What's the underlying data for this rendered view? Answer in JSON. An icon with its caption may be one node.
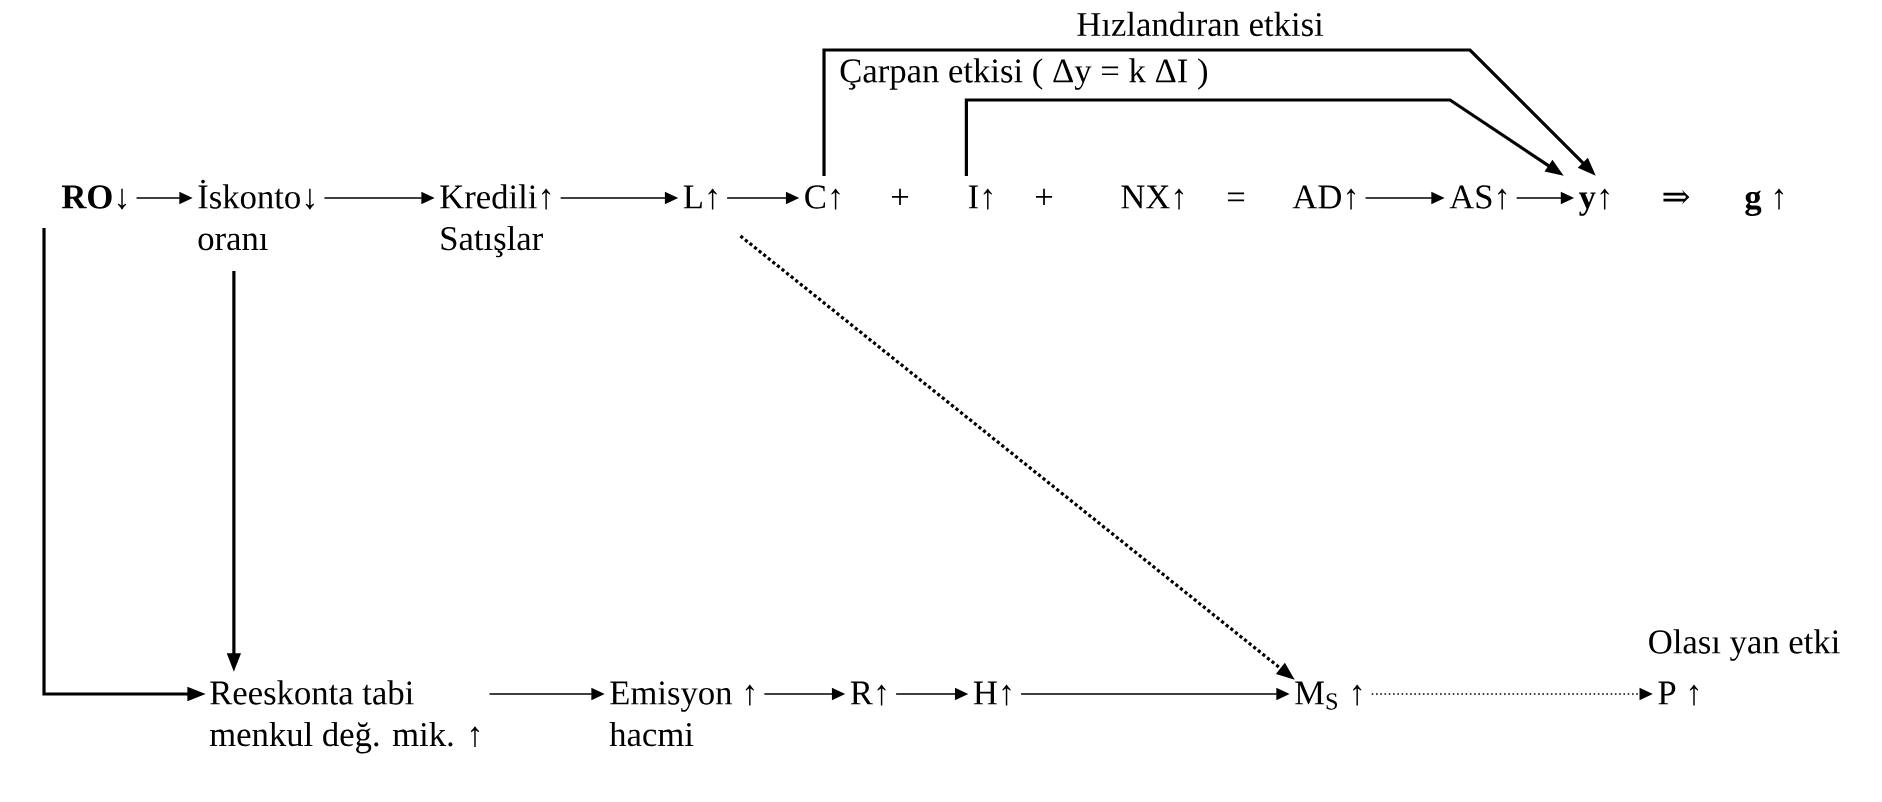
{
  "diagram": {
    "nodes": [
      {
        "text": [
          "**RO**↓"
        ]
      },
      {
        "text": [
          "İskonto↓",
          "oranı"
        ]
      },
      {
        "text": [
          "Kredili↑",
          "Satışlar"
        ]
      },
      {
        "text": [
          "L↑"
        ]
      },
      {
        "text": [
          "C↑"
        ]
      },
      {
        "text": [
          "I↑"
        ]
      },
      {
        "text": [
          "NX↑"
        ]
      },
      {
        "text": [
          "AD↑"
        ]
      },
      {
        "text": [
          "AS↑"
        ]
      },
      {
        "text": [
          "**y**↑"
        ]
      },
      {
        "text": [
          "**g** ↑"
        ]
      },
      {
        "text": [
          "Reeskonta tabi",
          "menkul değ. mik. ↑"
        ]
      },
      {
        "text": [
          "Emisyon ↑",
          "hacmi"
        ]
      },
      {
        "text": [
          "R↑"
        ]
      },
      {
        "text": [
          "H↑"
        ]
      },
      {
        "text": [
          "M$_{S}$ ↑"
        ]
      },
      {
        "text": [
          "P ↑"
        ],
        "beside": [
          "Olası yan etki"
        ]
      }
    ],
    "edges": [
      {
        "from": 0,
        "to": 1,
        "arrow": "to"
      },
      {
        "from": 1,
        "to": 2,
        "arrow": "to"
      },
      {
        "from": 2,
        "to": 3,
        "arrow": "to"
      },
      {
        "from": 3,
        "to": 4,
        "arrow": "to"
      },
      {
        "from": 7,
        "to": 8,
        "arrow": "to"
      },
      {
        "from": 8,
        "to": 9,
        "arrow": "to"
      },
      {
        "from": 4,
        "to": 9,
        "arrow": "to",
        "label": "Hızlandıran etkisi"
      },
      {
        "from": 5,
        "to": 9,
        "arrow": "to",
        "label": "Çarpan etkisi ( Δy = k ΔI )"
      },
      {
        "from": 3,
        "to": 15,
        "arrow": "to",
        "style": "dashed"
      },
      {
        "from": 0,
        "to": 11,
        "arrow": "to"
      },
      {
        "from": 1,
        "to": 11,
        "arrow": "to"
      },
      {
        "from": 11,
        "to": 12,
        "arrow": "to"
      },
      {
        "from": 12,
        "to": 13,
        "arrow": "to"
      },
      {
        "from": 13,
        "to": 14,
        "arrow": "to"
      },
      {
        "from": 14,
        "to": 15,
        "arrow": "to"
      },
      {
        "from": 15,
        "to": 16,
        "arrow": "to",
        "style": "dashed"
      }
    ],
    "labels": [
      "+",
      "+",
      "=",
      "⇒"
    ]
  }
}
